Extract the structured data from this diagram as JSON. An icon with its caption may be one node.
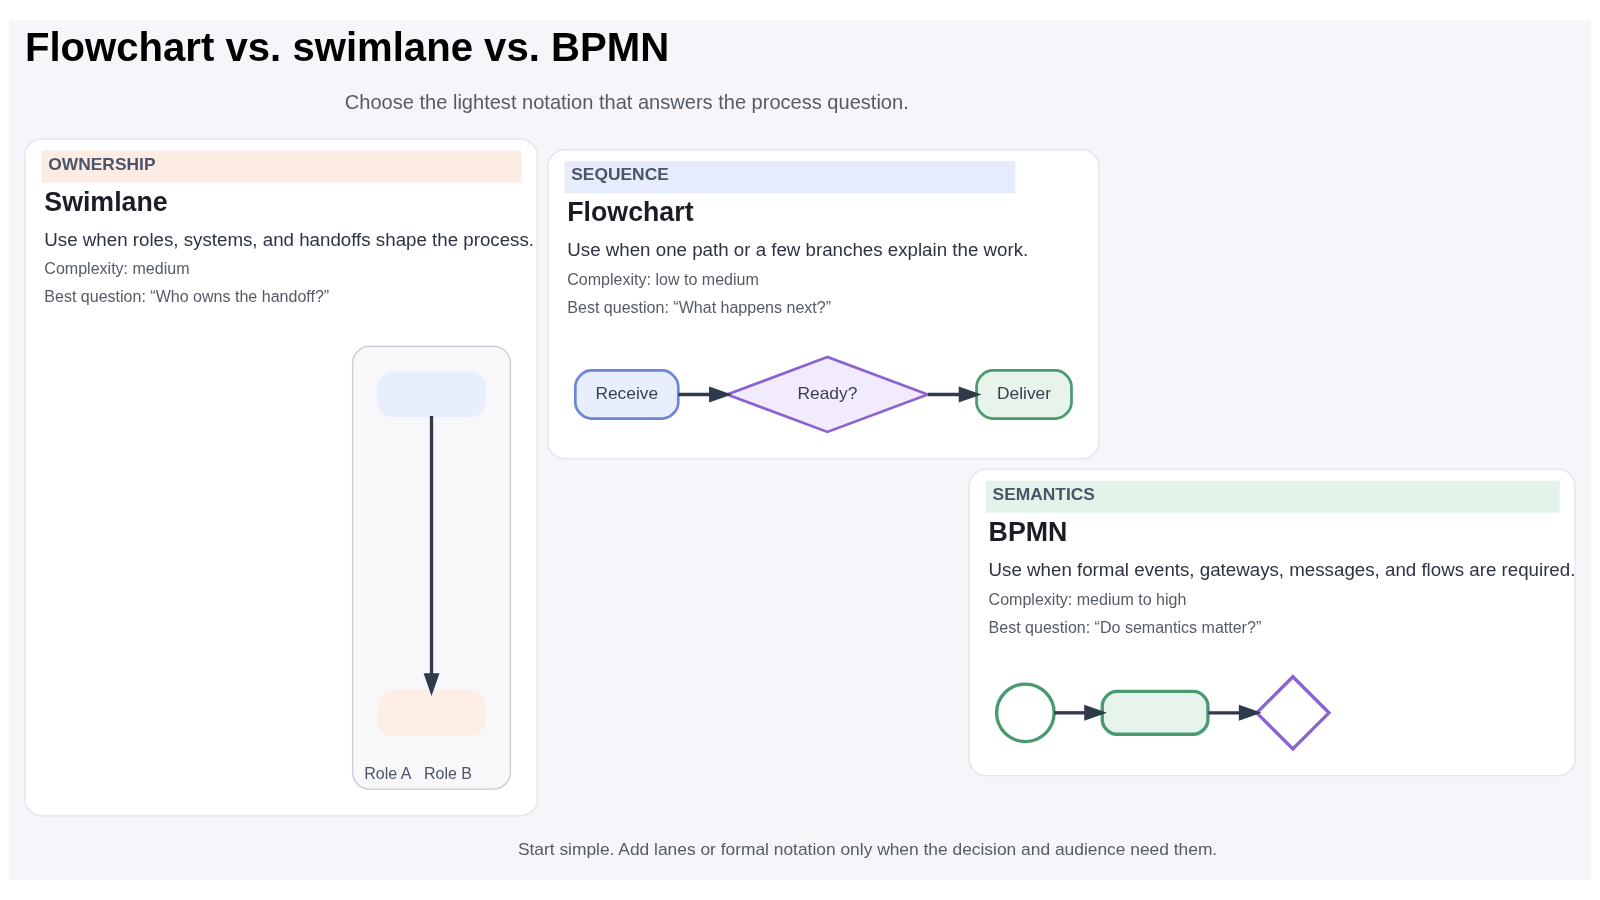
{
  "diagram": {
    "title": "Flowchart vs. swimlane vs. BPMN",
    "caption": "Start simple. Add lanes or formal notation only when the decision and audience need them.",
    "nodes": [
      {
        "text": [
          "SEQUENCE",
          "Flowchart",
          "Use when one path or a few branches explain the work.",
          "Complexity: low to medium",
          "Best question: “What happens next?”"
        ]
      },
      {
        "text": [
          "Receive"
        ],
        "in": 0
      },
      {
        "text": [
          "Ready?"
        ],
        "in": 0
      },
      {
        "text": [
          "Deliver"
        ],
        "in": 0
      },
      {
        "text": [
          "OWNERSHIP",
          "Swimlane",
          "Use when roles, systems, and handoffs shape the process.",
          "Complexity: medium",
          "Best question: “Who owns the handoff?”"
        ]
      },
      {
        "text": [
          "Role A",
          "Role B"
        ],
        "in": 4
      },
      {
        "text": [],
        "shape": "box",
        "in": 5
      },
      {
        "text": [],
        "shape": "box",
        "in": 5
      },
      {
        "text": [
          "SEMANTICS",
          "BPMN",
          "Use when formal events, gateways, messages, and flows are required.",
          "Complexity: medium to high",
          "Best question: “Do semantics matter?”"
        ]
      },
      {
        "text": [],
        "shape": "circle",
        "in": 8
      },
      {
        "text": [],
        "shape": "box",
        "in": 8
      },
      {
        "text": [],
        "shape": "diamond",
        "in": 8
      }
    ],
    "edges": [
      {
        "from": 1,
        "to": 2,
        "arrow": "to"
      },
      {
        "from": 2,
        "to": 3,
        "arrow": "to"
      },
      {
        "from": 6,
        "to": 7,
        "arrow": "to"
      },
      {
        "from": 9,
        "to": 10,
        "arrow": "to"
      },
      {
        "from": 10,
        "to": 11,
        "arrow": "to"
      }
    ],
    "labels": [
      "Choose the lightest notation that answers the process question."
    ]
  }
}
